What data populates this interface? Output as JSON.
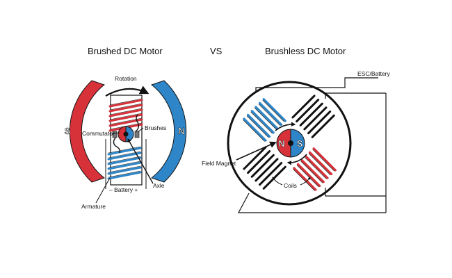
{
  "titles": {
    "left": "Brushed DC Motor",
    "vs": "VS",
    "right": "Brushless DC Motor"
  },
  "brushed": {
    "rotation": "Rotation",
    "commutator": "Commutator",
    "brushes": "Brushes",
    "axle": "Axle",
    "battery": "– Battery +",
    "armature": "Armature",
    "pole_left": "S",
    "pole_right": "N"
  },
  "brushless": {
    "esc_battery": "ESC/Battery",
    "field_magnet": "Field Magnet",
    "coils": "Coils",
    "rotor_left": "N",
    "rotor_right": "S"
  },
  "colors": {
    "red": "#d7323a",
    "blue": "#2e86c8",
    "black": "#111111"
  }
}
